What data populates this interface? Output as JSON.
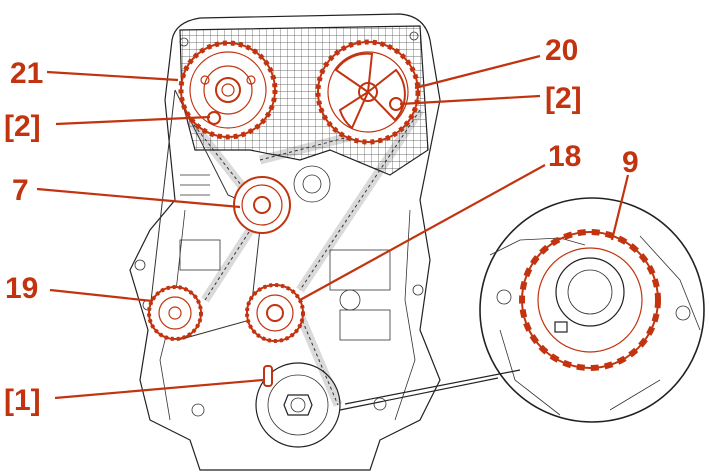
{
  "diagram": {
    "callouts": {
      "c21": "21",
      "c2_left": "[2]",
      "c20": "20",
      "c2_right": "[2]",
      "c7": "7",
      "c18": "18",
      "c9": "9",
      "c19": "19",
      "c1": "[1]"
    },
    "colors": {
      "accent": "#c2340f",
      "ink": "#222222",
      "background": "#ffffff"
    }
  }
}
